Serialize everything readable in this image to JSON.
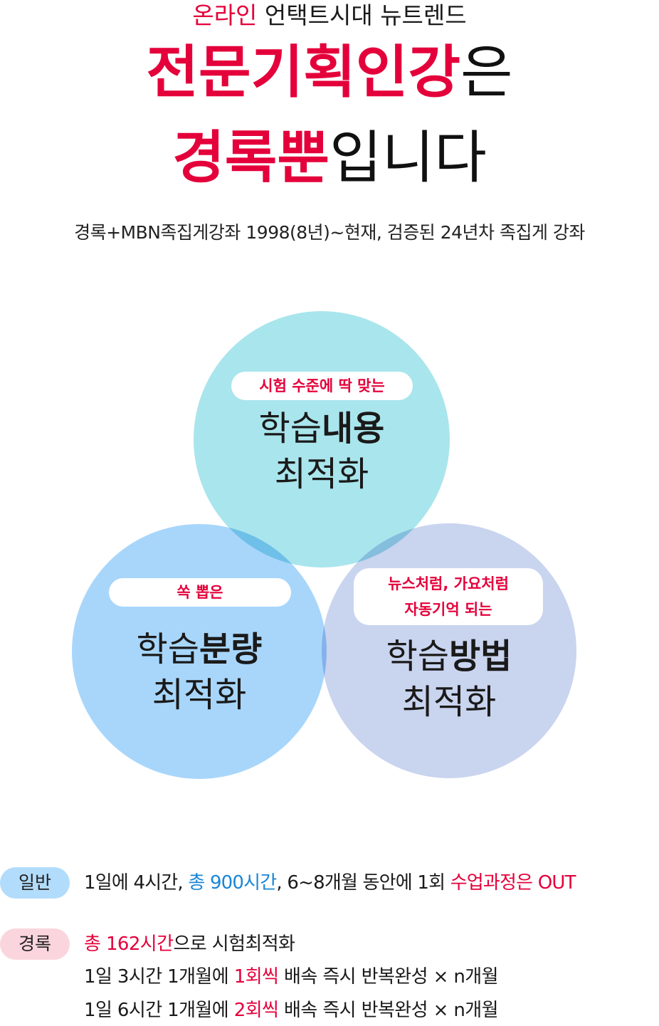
{
  "hero": {
    "kicker_highlight": "온라인",
    "kicker_rest": " 언택트시대 뉴트렌드",
    "title_line1_highlight": "전문기획인강",
    "title_line1_rest": "은",
    "title_line2_highlight": "경록뿐",
    "title_line2_rest": "입니다",
    "subline": "경록+MBN족집게강좌 1998(8년)~현재, 검증된 24년차 족집게 강좌"
  },
  "venn": {
    "content": {
      "tag": "시험 수준에 딱 맞는",
      "title_a": "학습",
      "title_b": "내용",
      "title_c": "최적화",
      "color": "#a9e5ec"
    },
    "amount": {
      "tag": "쏙 뽑은",
      "title_a": "학습",
      "title_b": "분량",
      "title_c": "최적화",
      "color": "#a8d6fb"
    },
    "method": {
      "tag_line1": "뉴스처럼, 가요처럼",
      "tag_line2": "자동기억 되는",
      "title_a": "학습",
      "title_b": "방법",
      "title_c": "최적화",
      "color": "#c9d4ef"
    }
  },
  "compare": {
    "general": {
      "badge": "일반",
      "t1": "1일에 4시간, ",
      "t2": "총 900시간",
      "t3": ", 6~8개월 동안에 1회 ",
      "t4": "수업과정은 OUT"
    },
    "gyeongrok": {
      "badge": "경록",
      "l1_a": "총 162시간",
      "l1_b": "으로 시험최적화",
      "l2_a": "1일 3시간 1개월에 ",
      "l2_b": "1회씩",
      "l2_c": " 배속 즉시 반복완성 × n개월",
      "l3_a": "1일 6시간 1개월에 ",
      "l3_b": "2회씩",
      "l3_c": " 배속 즉시 반복완성 × n개월"
    }
  },
  "colors": {
    "accent_red": "#e4003a",
    "accent_blue": "#1a86d6",
    "badge_general": "#b2dcfb",
    "badge_gyeongrok": "#fbd5dd"
  }
}
